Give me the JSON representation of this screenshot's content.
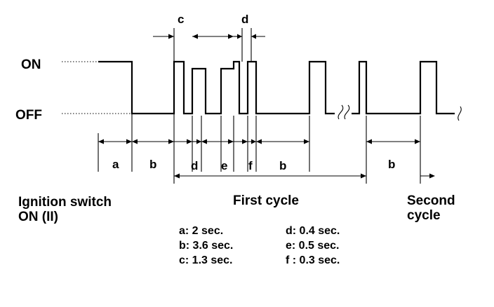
{
  "states": {
    "on": "ON",
    "off": "OFF"
  },
  "segments": {
    "a": "a",
    "b": "b",
    "c": "c",
    "d": "d",
    "e": "e",
    "f": "f"
  },
  "labels": {
    "ignition_line1": "Ignition switch",
    "ignition_line2": "ON (II)",
    "first_cycle": "First cycle",
    "second_cycle_line1": "Second",
    "second_cycle_line2": "cycle"
  },
  "legend": {
    "a": "a: 2 sec.",
    "b": "b: 3.6 sec.",
    "c": "c: 1.3 sec.",
    "d": "d: 0.4 sec.",
    "e": "e: 0.5 sec.",
    "f": "f : 0.3 sec."
  },
  "durations_sec": {
    "a": 2,
    "b": 3.6,
    "c": 1.3,
    "d": 0.4,
    "e": 0.5,
    "f": 0.3
  }
}
